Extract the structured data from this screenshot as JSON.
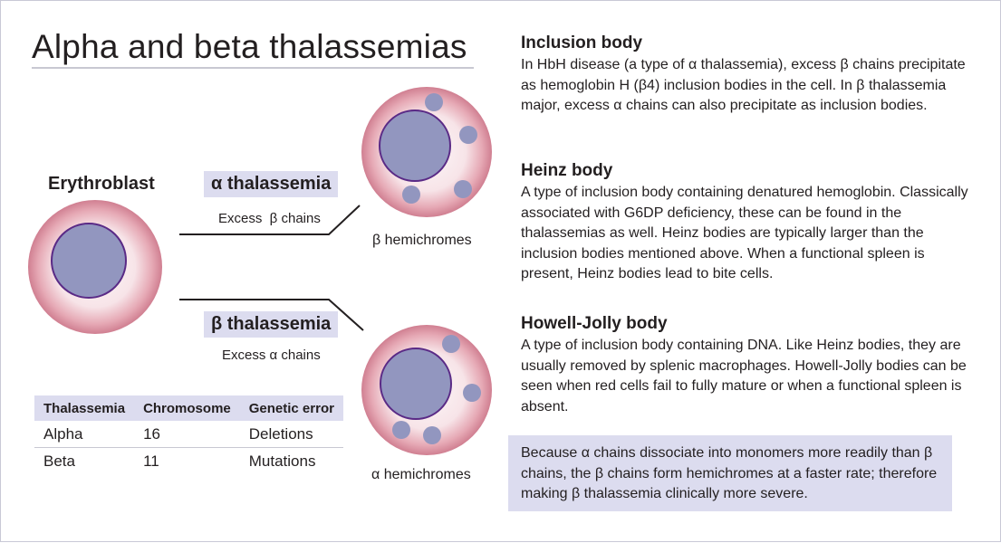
{
  "title": "Alpha and beta thalassemias",
  "diagram": {
    "erythroblast_label": "Erythroblast",
    "alpha_label": "α thalassemia",
    "alpha_excess": "Excess  β chains",
    "beta_hemichromes": "β hemichromes",
    "beta_label": "β thalassemia",
    "beta_excess": "Excess α chains",
    "alpha_hemichromes": "α hemichromes"
  },
  "table": {
    "headers": [
      "Thalassemia",
      "Chromosome",
      "Genetic error"
    ],
    "rows": [
      [
        "Alpha",
        "16",
        "Deletions"
      ],
      [
        "Beta",
        "11",
        "Mutations"
      ]
    ]
  },
  "sections": [
    {
      "heading": "Inclusion body",
      "text": "In HbH disease (a type of α thalassemia), excess β chains precipitate as hemoglobin H (β4) inclusion bodies in the cell. In β thalassemia major, excess α chains can also precipitate as inclusion bodies."
    },
    {
      "heading": "Heinz body",
      "text": "A type of inclusion body containing denatured hemoglobin. Classically associated with G6DP deficiency, these can be found in the thalassemias as well. Heinz bodies are typically larger than the inclusion bodies mentioned above. When a functional spleen is present, Heinz bodies lead to bite cells."
    },
    {
      "heading": "Howell-Jolly body",
      "text": "A type of inclusion body containing DNA. Like Heinz bodies, they are usually removed by splenic macrophages. Howell-Jolly bodies can be seen when red cells fail to fully mature or when a functional spleen is absent."
    }
  ],
  "note": "Because α chains dissociate into monomers more readily than β chains, the β chains form hemichromes at a faster rate; therefore making β thalassemia clinically more severe.",
  "colors": {
    "cell_rim": "#d98898",
    "cell_center": "#fbf4f6",
    "nucleus": "#9296bf",
    "nucleus_border": "#5a2a86",
    "label_box": "#dcdcef"
  }
}
